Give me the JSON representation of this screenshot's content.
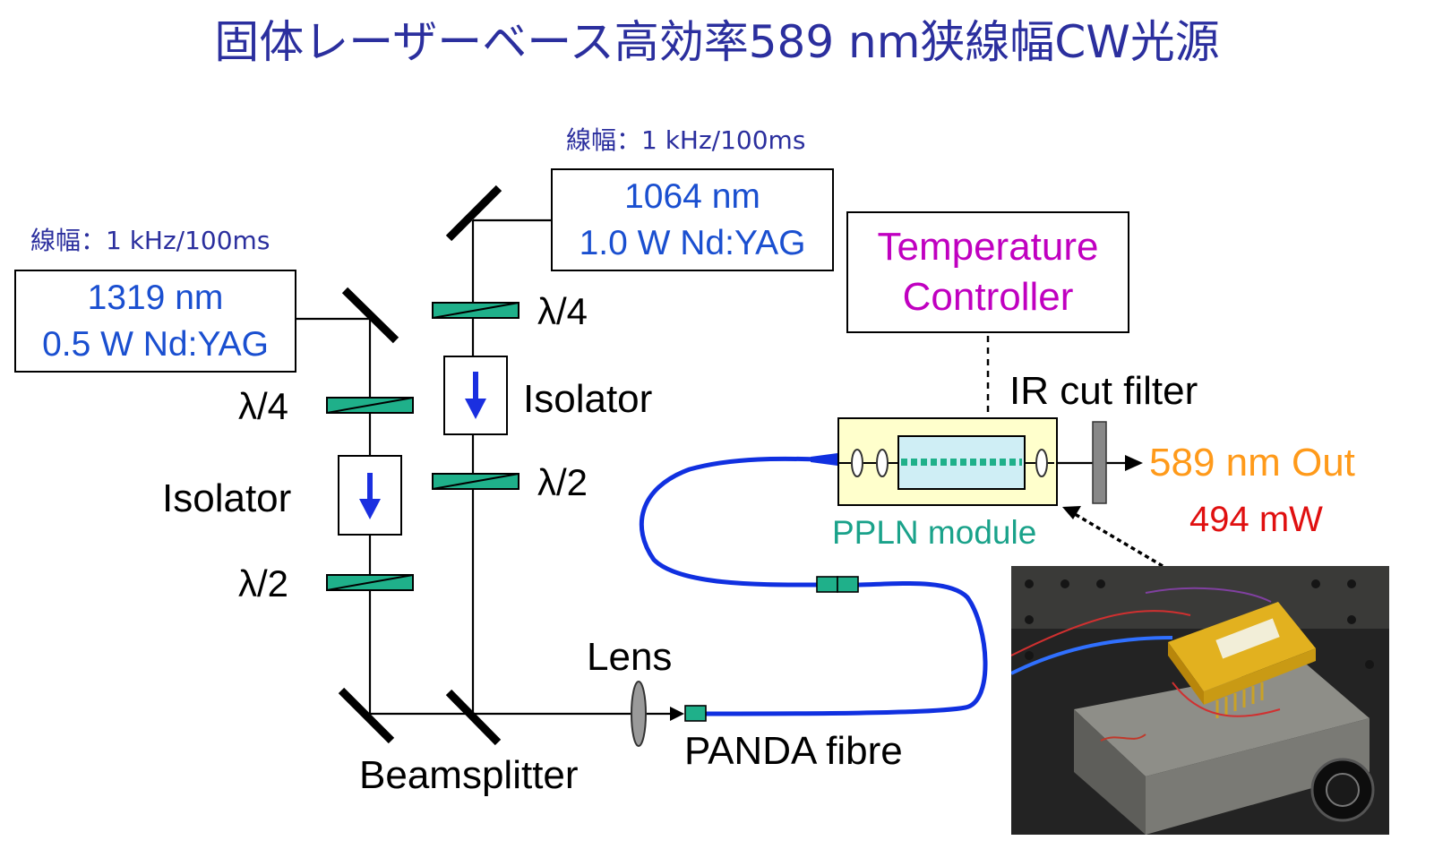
{
  "title": "固体レーザーベース高効率589 nm狭線幅CW光源",
  "laser_1319": {
    "wavelength": "1319 nm",
    "spec": "0.5 W Nd:YAG",
    "linewidth_note": "線幅：1 kHz/100ms"
  },
  "laser_1064": {
    "wavelength": "1064 nm",
    "spec": "1.0 W Nd:YAG",
    "linewidth_note": "線幅：1 kHz/100ms"
  },
  "components": {
    "quarter_wave": "λ/4",
    "half_wave": "λ/2",
    "isolator": "Isolator",
    "beamsplitter": "Beamsplitter",
    "lens": "Lens",
    "fibre": "PANDA fibre",
    "ppln": "PPLN module",
    "ir_filter": "IR cut filter"
  },
  "temperature_controller": {
    "line1": "Temperature",
    "line2": "Controller"
  },
  "output": {
    "label": "589 nm Out",
    "power": "494 mW"
  },
  "colors": {
    "title": "#2b2f9e",
    "laser_text": "#1a4fd0",
    "optic_fill": "#1fb08a",
    "fibre": "#1030e0",
    "isolator_arrow": "#1a2fe0",
    "temperature_text": "#c000c0",
    "ppln_text": "#1aa28a",
    "output_text": "#ff9a1a",
    "power_text": "#e01010",
    "module_fill": "#ffffcc",
    "crystal_fill": "#cfeef5"
  },
  "icons": {
    "isolator": "down-arrow-icon",
    "mirror": "mirror-icon",
    "waveplate": "waveplate-icon",
    "lens": "lens-icon",
    "filter": "filter-icon"
  }
}
